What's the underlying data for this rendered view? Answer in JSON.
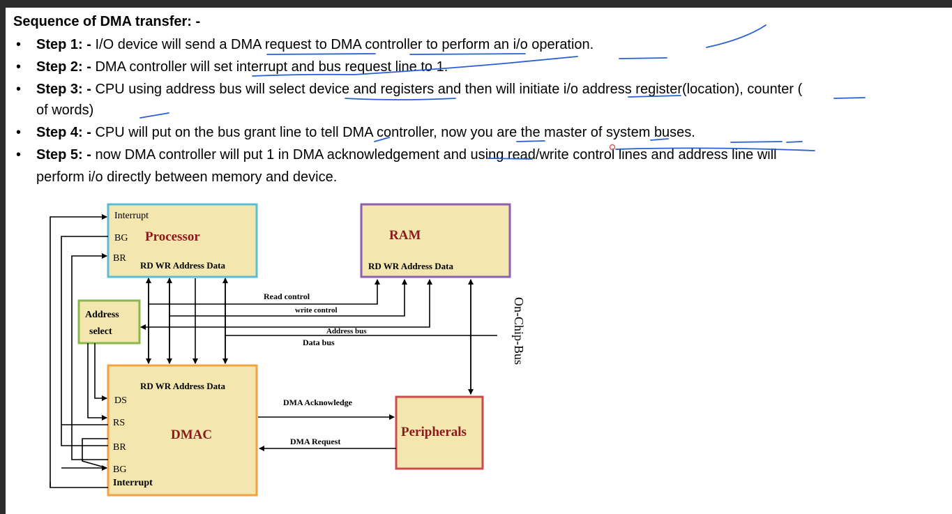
{
  "heading": "Sequence of DMA transfer: -",
  "steps": [
    {
      "label": "Step 1: -",
      "text": " I/O device will send a DMA request to DMA controller to perform an i/o operation."
    },
    {
      "label": "Step 2: -",
      "text": " DMA controller will set interrupt and bus request line to 1."
    },
    {
      "label": "Step 3: -",
      "text": " CPU using address bus will select device and registers and then will initiate i/o address register(location), counter (",
      "cont": "of words)"
    },
    {
      "label": "Step 4: -",
      "text": " CPU will put on the bus grant line to tell DMA controller, now you are the master of system buses."
    },
    {
      "label": "Step 5: -",
      "text": " now DMA controller will put 1 in DMA acknowledgement and using read/write control lines and address line will",
      "cont": "perform i/o directly between memory and device."
    }
  ],
  "diagram": {
    "processor": {
      "title": "Processor",
      "interrupt": "Interrupt",
      "bg": "BG",
      "br": "BR",
      "ports": "RD  WR Address Data"
    },
    "ram": {
      "title": "RAM",
      "ports": "RD  WR  Address  Data"
    },
    "address_select": {
      "line1": "Address",
      "line2": "select"
    },
    "dmac": {
      "title": "DMAC",
      "ports": "RD  WR Address Data",
      "ds": "DS",
      "rs": "RS",
      "br": "BR",
      "bg": "BG",
      "interrupt": "Interrupt"
    },
    "peripherals": {
      "title": "Peripherals"
    },
    "buses": {
      "read_control": "Read control",
      "write_control": "write control",
      "address_bus": "Address bus",
      "data_bus": "Data bus"
    },
    "signals": {
      "dma_ack": "DMA Acknowledge",
      "dma_req": "DMA Request"
    },
    "on_chip_bus": "On-Chip-Bus",
    "colors": {
      "processor_border": "#5bbcd6",
      "ram_border": "#8e5fb0",
      "address_select_border": "#8ab84a",
      "dmac_border": "#f5a142",
      "peripherals_border": "#c94b4b",
      "box_fill": "#f3e6ae",
      "title_color": "#8b1a1a"
    }
  }
}
